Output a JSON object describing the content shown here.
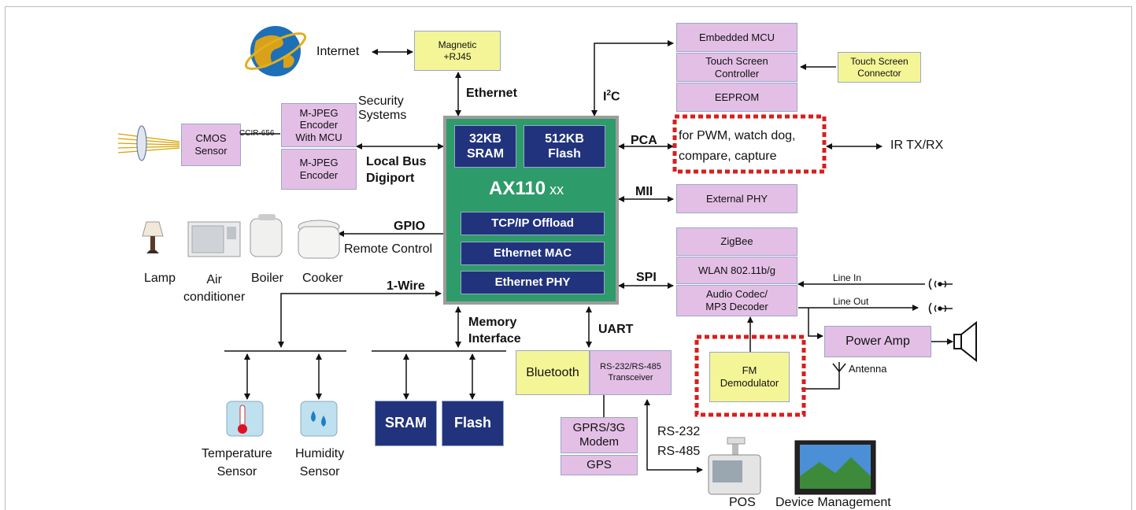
{
  "chip": {
    "sram": "32KB\nSRAM",
    "flash": "512KB\nFlash",
    "name": "AX110",
    "suffix": " xx",
    "tcp": "TCP/IP Offload",
    "mac": "Ethernet MAC",
    "phy": "Ethernet PHY"
  },
  "left": {
    "cmos": "CMOS\nSensor",
    "ccir": "CCIR-656",
    "mjpeg_mcu": "M-JPEG\nEncoder\nWith MCU",
    "mjpeg": "M-JPEG\nEncoder",
    "security": "Security\nSystems",
    "local_bus": "Local Bus\nDigiport",
    "internet": "Internet",
    "magnetic": "Magnetic\n+RJ45",
    "ethernet": "Ethernet",
    "gpio": "GPIO",
    "remote": "Remote Control",
    "appliances": [
      "Lamp",
      "Air\nconditioner",
      "Boiler",
      "Cooker"
    ],
    "one_wire": "1-Wire",
    "memory_if": "Memory\nInterface",
    "sram": "SRAM",
    "flash": "Flash",
    "temp": "Temperature\nSensor",
    "humidity": "Humidity\nSensor"
  },
  "right": {
    "embedded_mcu": "Embedded  MCU",
    "touch_ctrl": "Touch Screen\nController",
    "eeprom": "EEPROM",
    "touch_conn": "Touch Screen\nConnector",
    "i2c": "I",
    "i2c_sup": "2",
    "i2c_end": "C",
    "pca": "PCA",
    "pwm": "for PWM, watch dog,\ncompare, capture",
    "irtx": "IR TX/RX",
    "mii": "MII",
    "ext_phy": "External PHY",
    "spi": "SPI",
    "zigbee": "ZigBee",
    "wlan": "WLAN 802.11b/g",
    "audio": "Audio Codec/\nMP3 Decoder",
    "line_in": "Line In",
    "line_out": "Line Out",
    "power_amp": "Power Amp",
    "fm": "FM\nDemodulator",
    "antenna": "Antenna",
    "uart": "UART",
    "bluetooth": "Bluetooth",
    "rs_trans": "RS-232/RS-485\nTransceiver",
    "gprs": "GPRS/3G\nModem",
    "gps": "GPS",
    "rs_label": "RS-232\nRS-485",
    "pos": "POS",
    "device_mgmt": "Device Management"
  },
  "colors": {
    "chip_green": "#2e9b6a",
    "chip_border": "#9c9c9c",
    "navy": "#22337d",
    "pink": "#e3bfe6",
    "yellow": "#f4f596",
    "red_dash": "#d81e1e"
  }
}
